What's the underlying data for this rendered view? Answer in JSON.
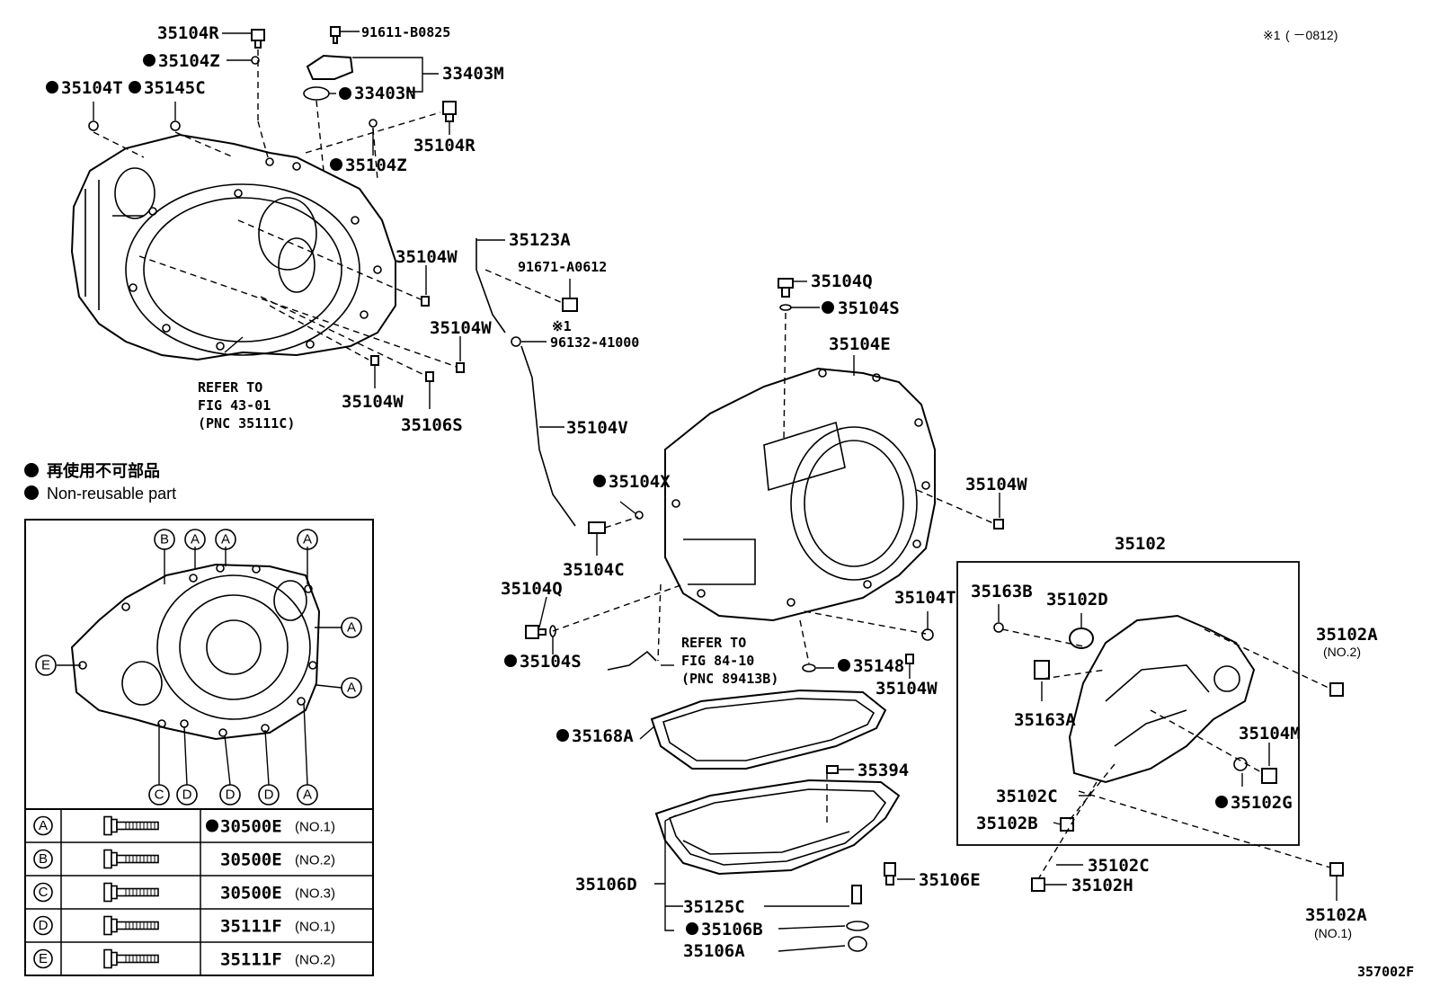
{
  "header": {
    "note_marker": "※1",
    "note_range": "(       －0812)"
  },
  "figure_code": "357002F",
  "legend": {
    "japanese": "再使用不可部品",
    "english": "Non-reusable part"
  },
  "parts": {
    "p35104R_top": "35104R",
    "p91611": "91611-B0825",
    "p35104Z_top": "35104Z",
    "p33403M": "33403M",
    "p35104T_top": "35104T",
    "p35145C": "35145C",
    "p33403N": "33403N",
    "p35104R_right": "35104R",
    "p35104Z_mid": "35104Z",
    "p35123A": "35123A",
    "p91671": "91671-A0612",
    "p35104W_1": "35104W",
    "p35104W_2": "35104W",
    "p35104W_3": "35104W",
    "p35106S": "35106S",
    "p35104Q_top": "35104Q",
    "p35104S_top": "35104S",
    "p96132": "96132-41000",
    "p35104E": "35104E",
    "p35104V": "35104V",
    "p35104X": "35104X",
    "p35104W_4": "35104W",
    "p35104C": "35104C",
    "p35104Q_left": "35104Q",
    "p35104S_left": "35104S",
    "p35104T_right": "35104T",
    "p35148": "35148",
    "p35104W_5": "35104W",
    "p35168A": "35168A",
    "p35394": "35394",
    "p35106D": "35106D",
    "p35125C": "35125C",
    "p35106B": "35106B",
    "p35106A": "35106A",
    "p35106E": "35106E",
    "p35102": "35102",
    "p35163B": "35163B",
    "p35102D": "35102D",
    "p35102A_no2": "35102A",
    "p35102A_no2_sub": "(NO.2)",
    "p35163A": "35163A",
    "p35104M": "35104M",
    "p35102C_1": "35102C",
    "p35102G": "35102G",
    "p35102B": "35102B",
    "p35102C_2": "35102C",
    "p35102H": "35102H",
    "p35102A_no1": "35102A",
    "p35102A_no1_sub": "(NO.1)"
  },
  "notes": {
    "refer1_l1": "REFER TO",
    "refer1_l2": "FIG 43-01",
    "refer1_l3": "(PNC 35111C)",
    "refer2_l1": "REFER TO",
    "refer2_l2": "FIG 84-10",
    "refer2_l3": "(PNC 89413B)",
    "mark1": "※1"
  },
  "inset_letters": {
    "top": [
      "B",
      "A",
      "A",
      "A"
    ],
    "right": [
      "A",
      "A"
    ],
    "left": [
      "E"
    ],
    "bottom": [
      "C",
      "D",
      "D",
      "D",
      "A"
    ]
  },
  "bolt_table": [
    {
      "letter": "A",
      "part": "30500E",
      "no": "(NO.1)",
      "non_reusable": true
    },
    {
      "letter": "B",
      "part": "30500E",
      "no": "(NO.2)",
      "non_reusable": false
    },
    {
      "letter": "C",
      "part": "30500E",
      "no": "(NO.3)",
      "non_reusable": false
    },
    {
      "letter": "D",
      "part": "35111F",
      "no": "(NO.1)",
      "non_reusable": false
    },
    {
      "letter": "E",
      "part": "35111F",
      "no": "(NO.2)",
      "non_reusable": false
    }
  ]
}
